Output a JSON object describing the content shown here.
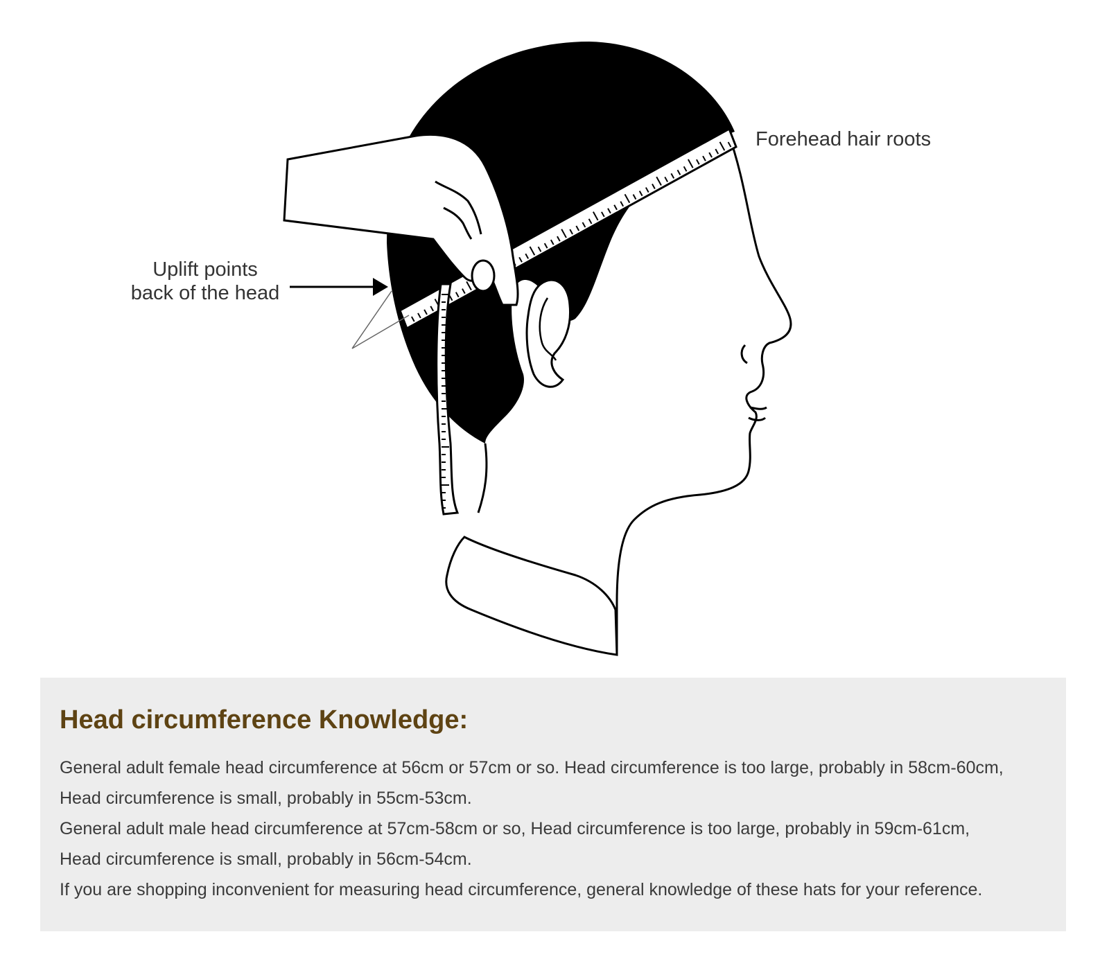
{
  "diagram": {
    "labels": {
      "back_line1": "Uplift points",
      "back_line2": "back of the head",
      "forehead": "Forehead hair roots"
    },
    "icons": [
      "head-profile-icon",
      "hand-icon",
      "measuring-tape-icon",
      "arrow-icon"
    ],
    "colors": {
      "hair": "#000000",
      "outline": "#000000",
      "label_text": "#333333"
    }
  },
  "info": {
    "title": "Head circumference Knowledge:",
    "lines": [
      "General adult female head circumference at 56cm or 57cm or so. Head circumference is too large, probably in 58cm-60cm,",
      "Head circumference is small, probably in 55cm-53cm.",
      "General adult male head circumference at 57cm-58cm or so, Head circumference is too large, probably in 59cm-61cm,",
      "Head circumference is small, probably in 56cm-54cm.",
      "If you are shopping inconvenient for measuring head circumference, general knowledge of these hats for your reference."
    ],
    "colors": {
      "title": "#5e4313",
      "panel_background": "#ededed",
      "text": "#3a3a3a"
    }
  }
}
